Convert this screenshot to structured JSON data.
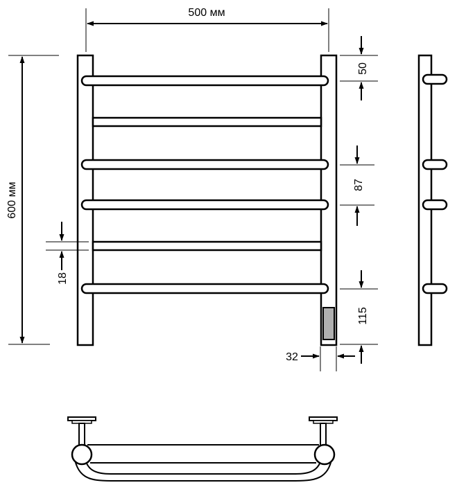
{
  "dimensions": {
    "width": "500 мм",
    "height": "600 мм",
    "top_offset": "50",
    "rung_spacing": "87",
    "bottom_offset": "115",
    "rung_diameter": "18",
    "post_diameter": "32"
  },
  "colors": {
    "line": "#000000",
    "background": "#ffffff",
    "control_box": "#b0b0b0"
  }
}
